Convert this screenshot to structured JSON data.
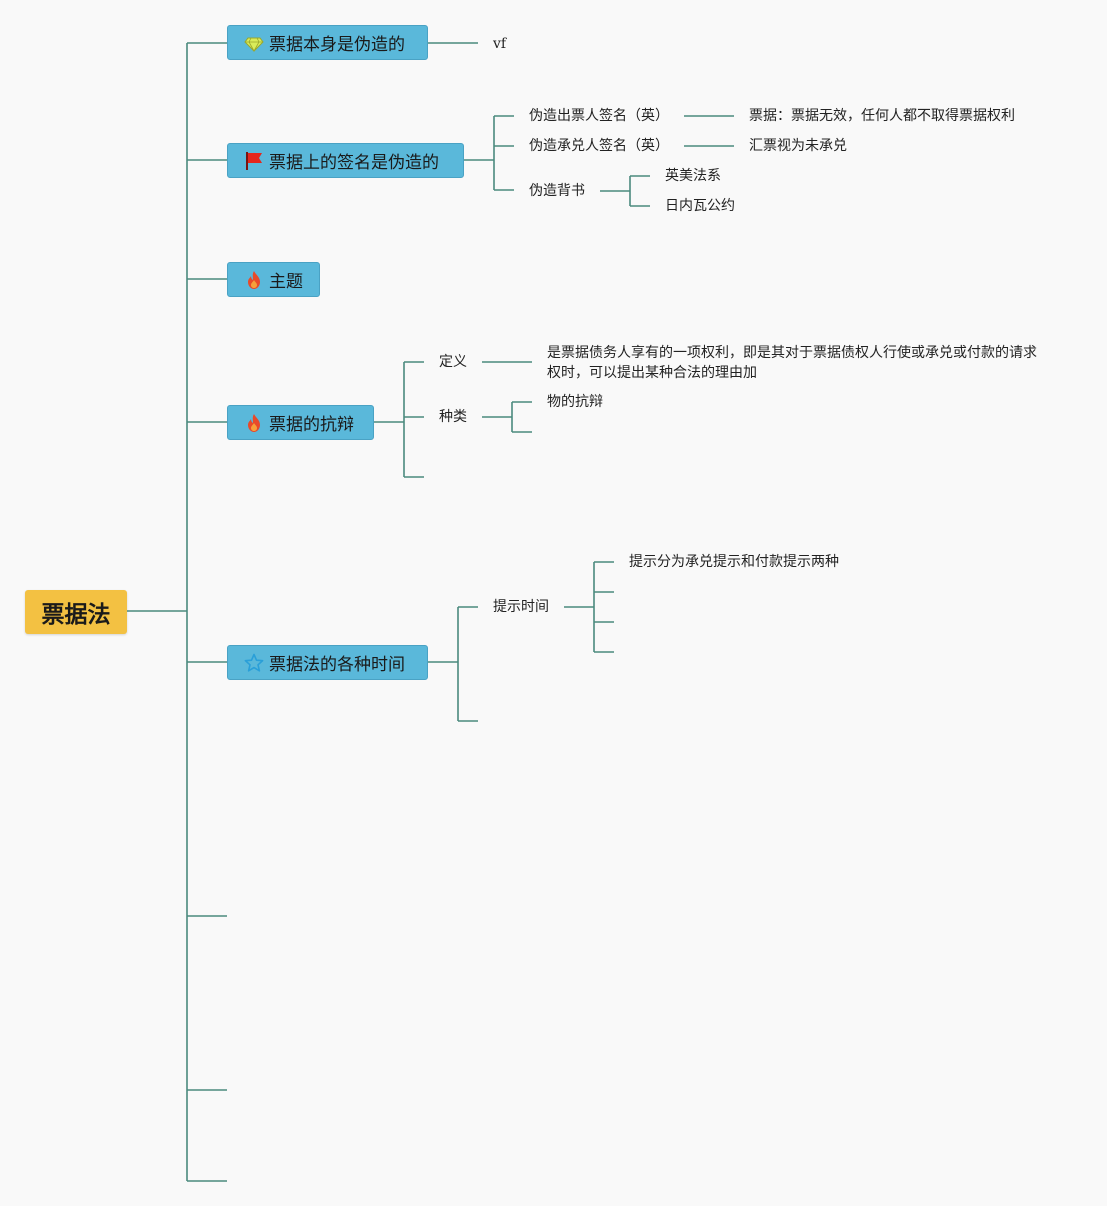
{
  "root": {
    "label": "票据法"
  },
  "topics": [
    {
      "label": "票据本身是伪造的",
      "icon": "diamond-icon",
      "children": [
        {
          "label": "vf"
        }
      ]
    },
    {
      "label": "票据上的签名是伪造的",
      "icon": "red-flag-icon",
      "children": [
        {
          "label": "伪造出票人签名（英）",
          "children": [
            {
              "label": "票据：票据无效，任何人都不取得票据权利"
            }
          ]
        },
        {
          "label": "伪造承兑人签名（英）",
          "children": [
            {
              "label": "汇票视为未承兑"
            }
          ]
        },
        {
          "label": "伪造背书",
          "children": [
            {
              "label": "英美法系"
            },
            {
              "label": "日内瓦公约"
            }
          ]
        }
      ]
    },
    {
      "label": "主题",
      "icon": "fire-icon",
      "children": []
    },
    {
      "label": "票据的抗辩",
      "icon": "fire-icon",
      "children": [
        {
          "label": "定义",
          "children": [
            {
              "label": "是票据债务人享有的一项权利，即是其对于票据债权人行使或承兑或付款的请求权时，可以提出某种合法的理由加"
            }
          ]
        },
        {
          "label": "种类",
          "children": [
            {
              "label": "物的抗辩"
            },
            {
              "label": ""
            }
          ]
        },
        {
          "label": ""
        }
      ]
    },
    {
      "label": "票据法的各种时间",
      "icon": "star-icon",
      "children": [
        {
          "label": "提示时间",
          "children": [
            {
              "label": "提示分为承兑提示和付款提示两种"
            },
            {
              "label": ""
            },
            {
              "label": ""
            },
            {
              "label": ""
            }
          ]
        },
        {
          "label": ""
        }
      ]
    },
    {
      "label": ""
    },
    {
      "label": ""
    },
    {
      "label": ""
    }
  ],
  "colors": {
    "background": "#f9f9f9",
    "root_fill": "#f3c142",
    "topic_fill": "#5ab8da",
    "connector": "#4a8a7e",
    "fire": "#e84a2a",
    "flag": "#e4261c",
    "diamond": "#d9ec5a",
    "star": "#2a9fd8"
  }
}
